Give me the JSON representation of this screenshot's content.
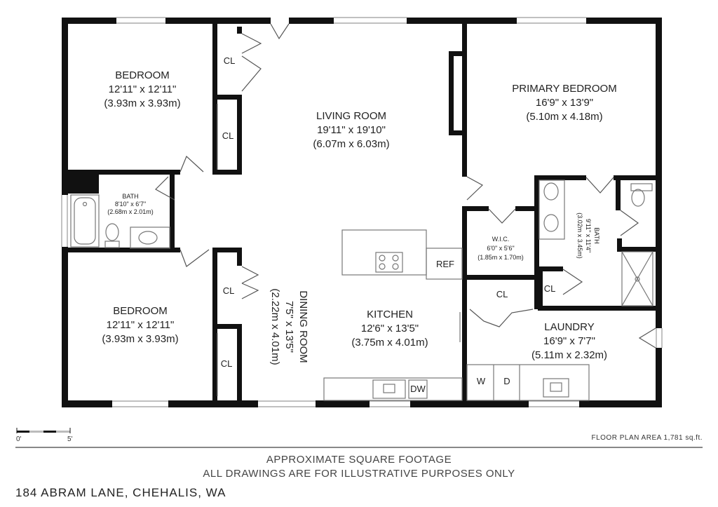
{
  "rooms": {
    "bedroom1": {
      "name": "BEDROOM",
      "dim_imperial": "12'11\" x 12'11\"",
      "dim_metric": "(3.93m x 3.93m)"
    },
    "bedroom2": {
      "name": "BEDROOM",
      "dim_imperial": "12'11\" x 12'11\"",
      "dim_metric": "(3.93m x 3.93m)"
    },
    "living": {
      "name": "LIVING ROOM",
      "dim_imperial": "19'11\" x 19'10\"",
      "dim_metric": "(6.07m x 6.03m)"
    },
    "primary": {
      "name": "PRIMARY BEDROOM",
      "dim_imperial": "16'9\" x 13'9\"",
      "dim_metric": "(5.10m x 4.18m)"
    },
    "bath1": {
      "name": "BATH",
      "dim_imperial": "8'10\" x 6'7\"",
      "dim_metric": "(2.68m x 2.01m)"
    },
    "bath2": {
      "name": "BATH",
      "dim_imperial": "9'11\" x 11'4\"",
      "dim_metric": "(3.02m x 3.45m)"
    },
    "wic": {
      "name": "W.I.C.",
      "dim_imperial": "6'0\" x 5'6\"",
      "dim_metric": "(1.85m x 1.70m)"
    },
    "dining": {
      "name": "DINING ROOM",
      "dim_imperial": "7'5\" x 13'5\"",
      "dim_metric": "(2.22m x 4.01m)"
    },
    "kitchen": {
      "name": "KITCHEN",
      "dim_imperial": "12'6\" x 13'5\"",
      "dim_metric": "(3.75m x 4.01m)"
    },
    "laundry": {
      "name": "LAUNDRY",
      "dim_imperial": "16'9\" x 7'7\"",
      "dim_metric": "(5.11m x 2.32m)"
    }
  },
  "labels": {
    "closet": "CL",
    "refrigerator": "REF",
    "dishwasher": "DW",
    "washer": "W",
    "dryer": "D"
  },
  "scale": {
    "zero": "0'",
    "five": "5'"
  },
  "floor_area": "FLOOR PLAN AREA 1,781 sq.ft.",
  "footer": {
    "line1": "APPROXIMATE SQUARE FOOTAGE",
    "line2": "ALL DRAWINGS ARE FOR ILLUSTRATIVE PURPOSES ONLY"
  },
  "address": "184 ABRAM LANE, CHEHALIS, WA"
}
